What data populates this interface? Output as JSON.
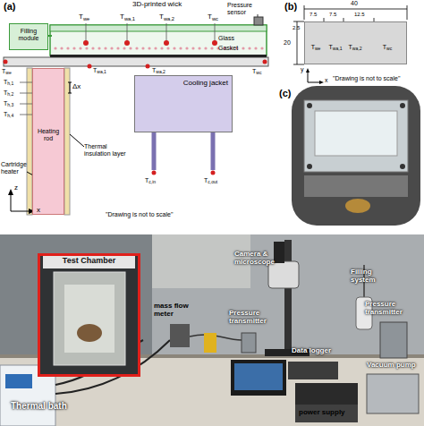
{
  "diagram": {
    "nodes": [
      {
        "text": [
          "Filling module"
        ]
      },
      {
        "text": [
          "Heating rod"
        ]
      },
      {
        "text": [
          "Cooling jacket"
        ]
      },
      {
        "text": [
          "Twe",
          "Twa,1",
          "Twa,2",
          "Twc"
        ]
      },
      {
        "text": [
          "Test Chamber"
        ]
      }
    ],
    "labels": [
      "(a)",
      "3D-printed wick",
      "Twe",
      "Twa,1",
      "Twa,2",
      "Twc",
      "Glass",
      "Pressure sensor",
      "Gasket",
      "Twe",
      "Twc",
      "Th,1",
      "Th,2",
      "Th,3",
      "Th,4",
      "Δx",
      "Twa,1",
      "Twa,2",
      "Thermal insulation layer",
      "Cartridge heater",
      "Tc,in",
      "Tc,out",
      "z",
      "x",
      "\"Drawing is not to scale\"",
      "(b)",
      "40",
      "7.5",
      "7.5",
      "12.5",
      "20",
      "2.5",
      "y",
      "x",
      "\"Drawing is not to scale\"",
      "(c)",
      "Camera & microscope",
      "mass flow meter",
      "Filling system",
      "Pressure transmitter",
      "Pressure transmitter",
      "Data logger",
      "Vacuum pump",
      "Thermal bath",
      "power supply"
    ]
  }
}
